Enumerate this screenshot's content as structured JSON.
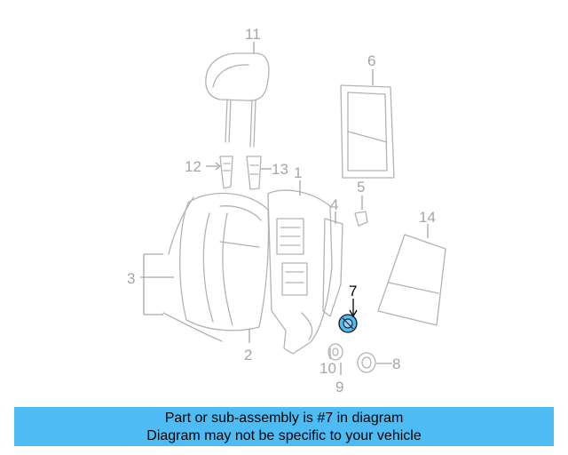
{
  "callouts": {
    "c1": "1",
    "c2": "2",
    "c3": "3",
    "c4": "4",
    "c5": "5",
    "c6": "6",
    "c7": "7",
    "c8": "8",
    "c9": "9",
    "c10": "10",
    "c11": "11",
    "c12": "12",
    "c13": "13",
    "c14": "14"
  },
  "highlighted_part": "7",
  "colors": {
    "highlight": "#4dbcf5",
    "banner_bg": "#4dbcf5",
    "line_art": "#b3b3b3"
  },
  "banner": {
    "line1": "Part or sub-assembly is #7 in diagram",
    "line2": "Diagram may not be specific to your vehicle"
  }
}
